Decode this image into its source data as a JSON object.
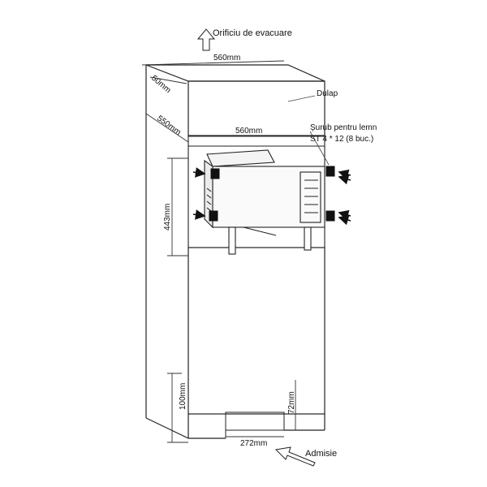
{
  "labels": {
    "vent_outlet": "Orificiu de evacuare",
    "width_top": "560mm",
    "depth_top": "50mm",
    "cabinet": "Dulap",
    "depth_side": "550mm",
    "width_mid": "560mm",
    "screw_line1": "Șurub pentru lemn",
    "screw_line2": "ST 4 * 12 (8 buc.)",
    "height_niche": "443mm",
    "height_base": "100mm",
    "inlet_height": "72mm",
    "inlet_width": "272mm",
    "inlet": "Admisie"
  }
}
